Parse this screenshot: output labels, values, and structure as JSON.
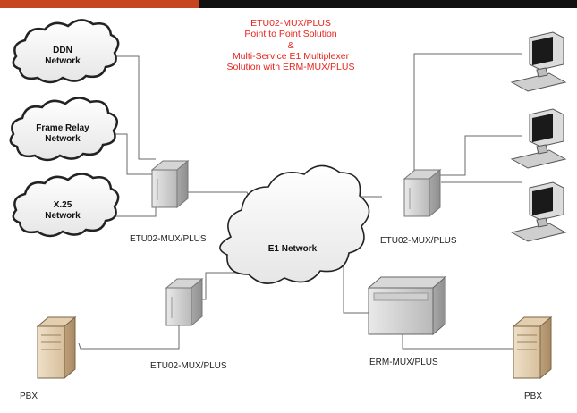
{
  "colors": {
    "accent": "#c8461f",
    "title": "#e8231c",
    "line": "#6a6a6a"
  },
  "title_lines": [
    "ETU02-MUX/PLUS",
    "Point to Point  Solution",
    "&",
    "Multi-Service E1 Multiplexer",
    "Solution with ERM-MUX/PLUS"
  ],
  "clouds": {
    "ddn": [
      "DDN",
      "Network"
    ],
    "frame_relay": [
      "Frame Relay",
      "Network"
    ],
    "x25": [
      "X.25",
      "Network"
    ],
    "e1": [
      "E1 Network"
    ]
  },
  "labels": {
    "etu_left": "ETU02-MUX/PLUS",
    "etu_right": "ETU02-MUX/PLUS",
    "etu_bottom": "ETU02-MUX/PLUS",
    "erm": "ERM-MUX/PLUS",
    "pbx_left": "PBX",
    "pbx_right": "PBX"
  },
  "icons": {
    "cloud": "cloud-icon",
    "mux": "mux-device-icon",
    "rack": "erm-rack-icon",
    "pc": "desktop-computer-icon",
    "pbx": "pbx-server-icon"
  }
}
